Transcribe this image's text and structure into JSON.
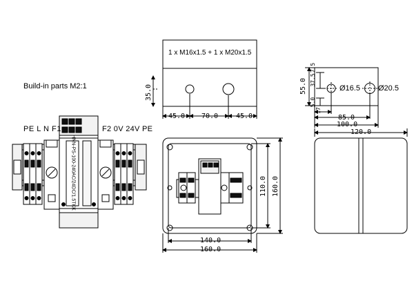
{
  "labels": {
    "build_in_parts": "Build-in parts M2:1",
    "left_terminals": "PE L N  F1",
    "right_terminals": "F2  0V 24V PE",
    "psu_model": "HNN-PS-100-240AC/24DC/1.5TKK",
    "glands": "1 x M16x1.5 + 1 x M20x1.5"
  },
  "dimensions": {
    "side_height": "35.0",
    "side_left": "45.0",
    "side_mid": "70.0",
    "side_right": "45.0",
    "front_inner_height": "110.0",
    "front_outer_height": "160.0",
    "front_inner_width": "140.0",
    "front_outer_width": "160.0",
    "right_55": "55.0",
    "right_37": "37.5",
    "right_75": "7.5",
    "right_50": "5.0",
    "right_17": "17",
    "hole_small": "Ø16.5",
    "hole_large": "Ø20.5",
    "right_85": "85.0",
    "right_100": "100.0",
    "right_120": "120.0"
  }
}
